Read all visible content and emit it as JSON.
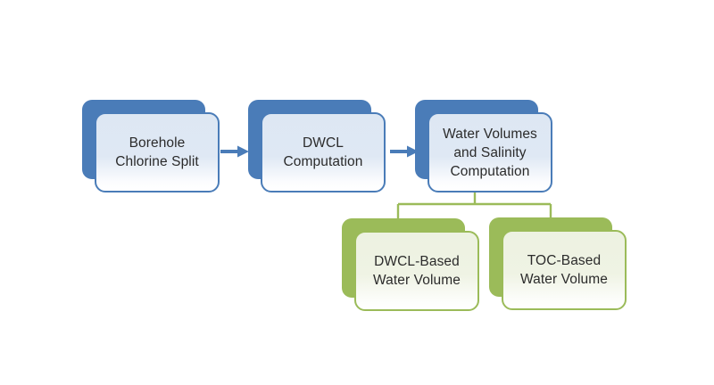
{
  "diagram": {
    "type": "flowchart",
    "background": "#ffffff",
    "nodes": [
      {
        "id": "borehole-chlorine-split",
        "label": "Borehole\nChlorine Split",
        "style": "blue"
      },
      {
        "id": "dwcl-computation",
        "label": "DWCL\nComputation",
        "style": "blue"
      },
      {
        "id": "water-volumes-and-salinity-computation",
        "label": "Water Volumes\nand Salinity\nComputation",
        "style": "blue"
      },
      {
        "id": "dwcl-based-water-volume",
        "label": "DWCL-Based\nWater Volume",
        "style": "green"
      },
      {
        "id": "toc-based-water-volume",
        "label": "TOC-Based\nWater Volume",
        "style": "green"
      }
    ],
    "edges": [
      {
        "from": "borehole-chlorine-split",
        "to": "dwcl-computation",
        "type": "arrow",
        "color": "#4a7cb8"
      },
      {
        "from": "dwcl-computation",
        "to": "water-volumes-and-salinity-computation",
        "type": "arrow",
        "color": "#4a7cb8"
      },
      {
        "from": "water-volumes-and-salinity-computation",
        "to": "dwcl-based-water-volume",
        "type": "elbow",
        "color": "#9bbb59"
      },
      {
        "from": "water-volumes-and-salinity-computation",
        "to": "toc-based-water-volume",
        "type": "elbow",
        "color": "#9bbb59"
      }
    ],
    "colors": {
      "blue_solid": "#4a7cb8",
      "blue_fill_top": "#dde7f3",
      "green_solid": "#9bbb59",
      "green_fill_top": "#edf2e1",
      "text": "#2b2b2b"
    }
  }
}
